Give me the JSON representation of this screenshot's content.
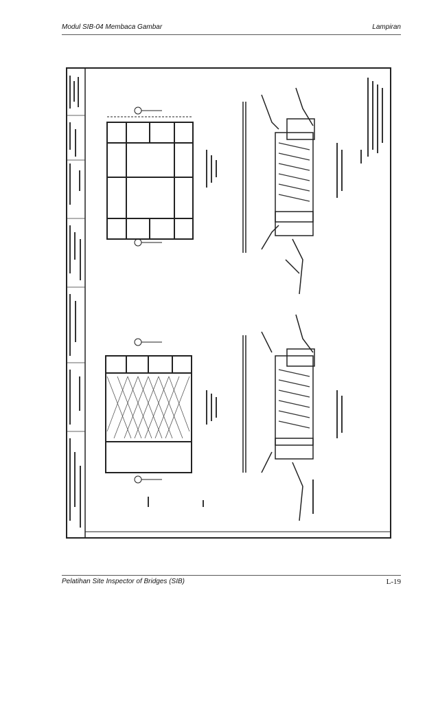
{
  "header": {
    "left": "Modul SIB-04 Membaca Gambar",
    "right": "Lampiran"
  },
  "footer": {
    "left": "Pelatihan Site Inspector of Bridges (SIB)",
    "right": "L-19"
  },
  "drawing": {
    "icon": "engineering-drawing-sheet",
    "line_color": "#222222"
  }
}
